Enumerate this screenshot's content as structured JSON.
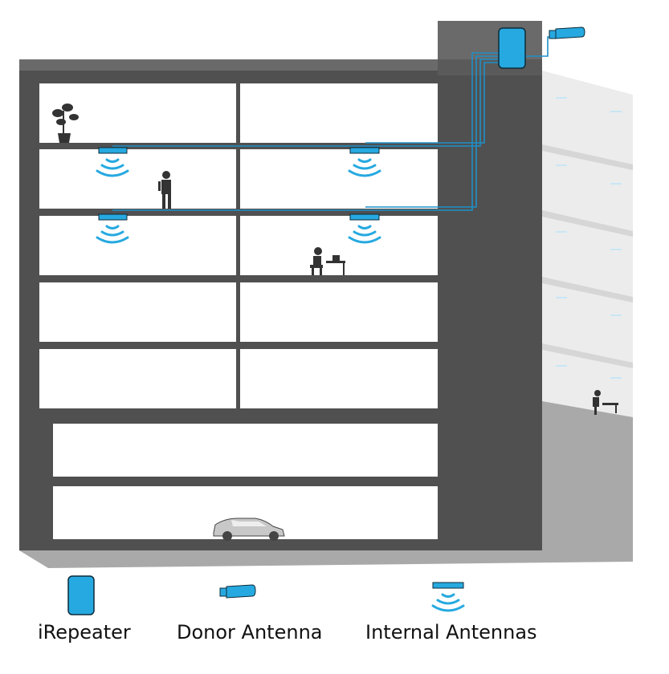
{
  "legend": {
    "repeater": "iRepeater",
    "donor": "Donor Antenna",
    "internal": "Internal Antennas"
  },
  "colors": {
    "building": "#505050",
    "building_top": "#6a6a6a",
    "side_light": "#e9e9e9",
    "side_dark": "#a9a9a9",
    "room": "#ffffff",
    "accent": "#26a9e0",
    "cable": "#1e90c8",
    "stroke": "#0d2b3a",
    "figure": "#333333"
  },
  "icons": [
    "repeater-icon",
    "donor-antenna-icon",
    "internal-antenna-icon",
    "wifi-waves-icon",
    "plant-icon",
    "person-icon",
    "desk-person-icon",
    "car-icon"
  ]
}
